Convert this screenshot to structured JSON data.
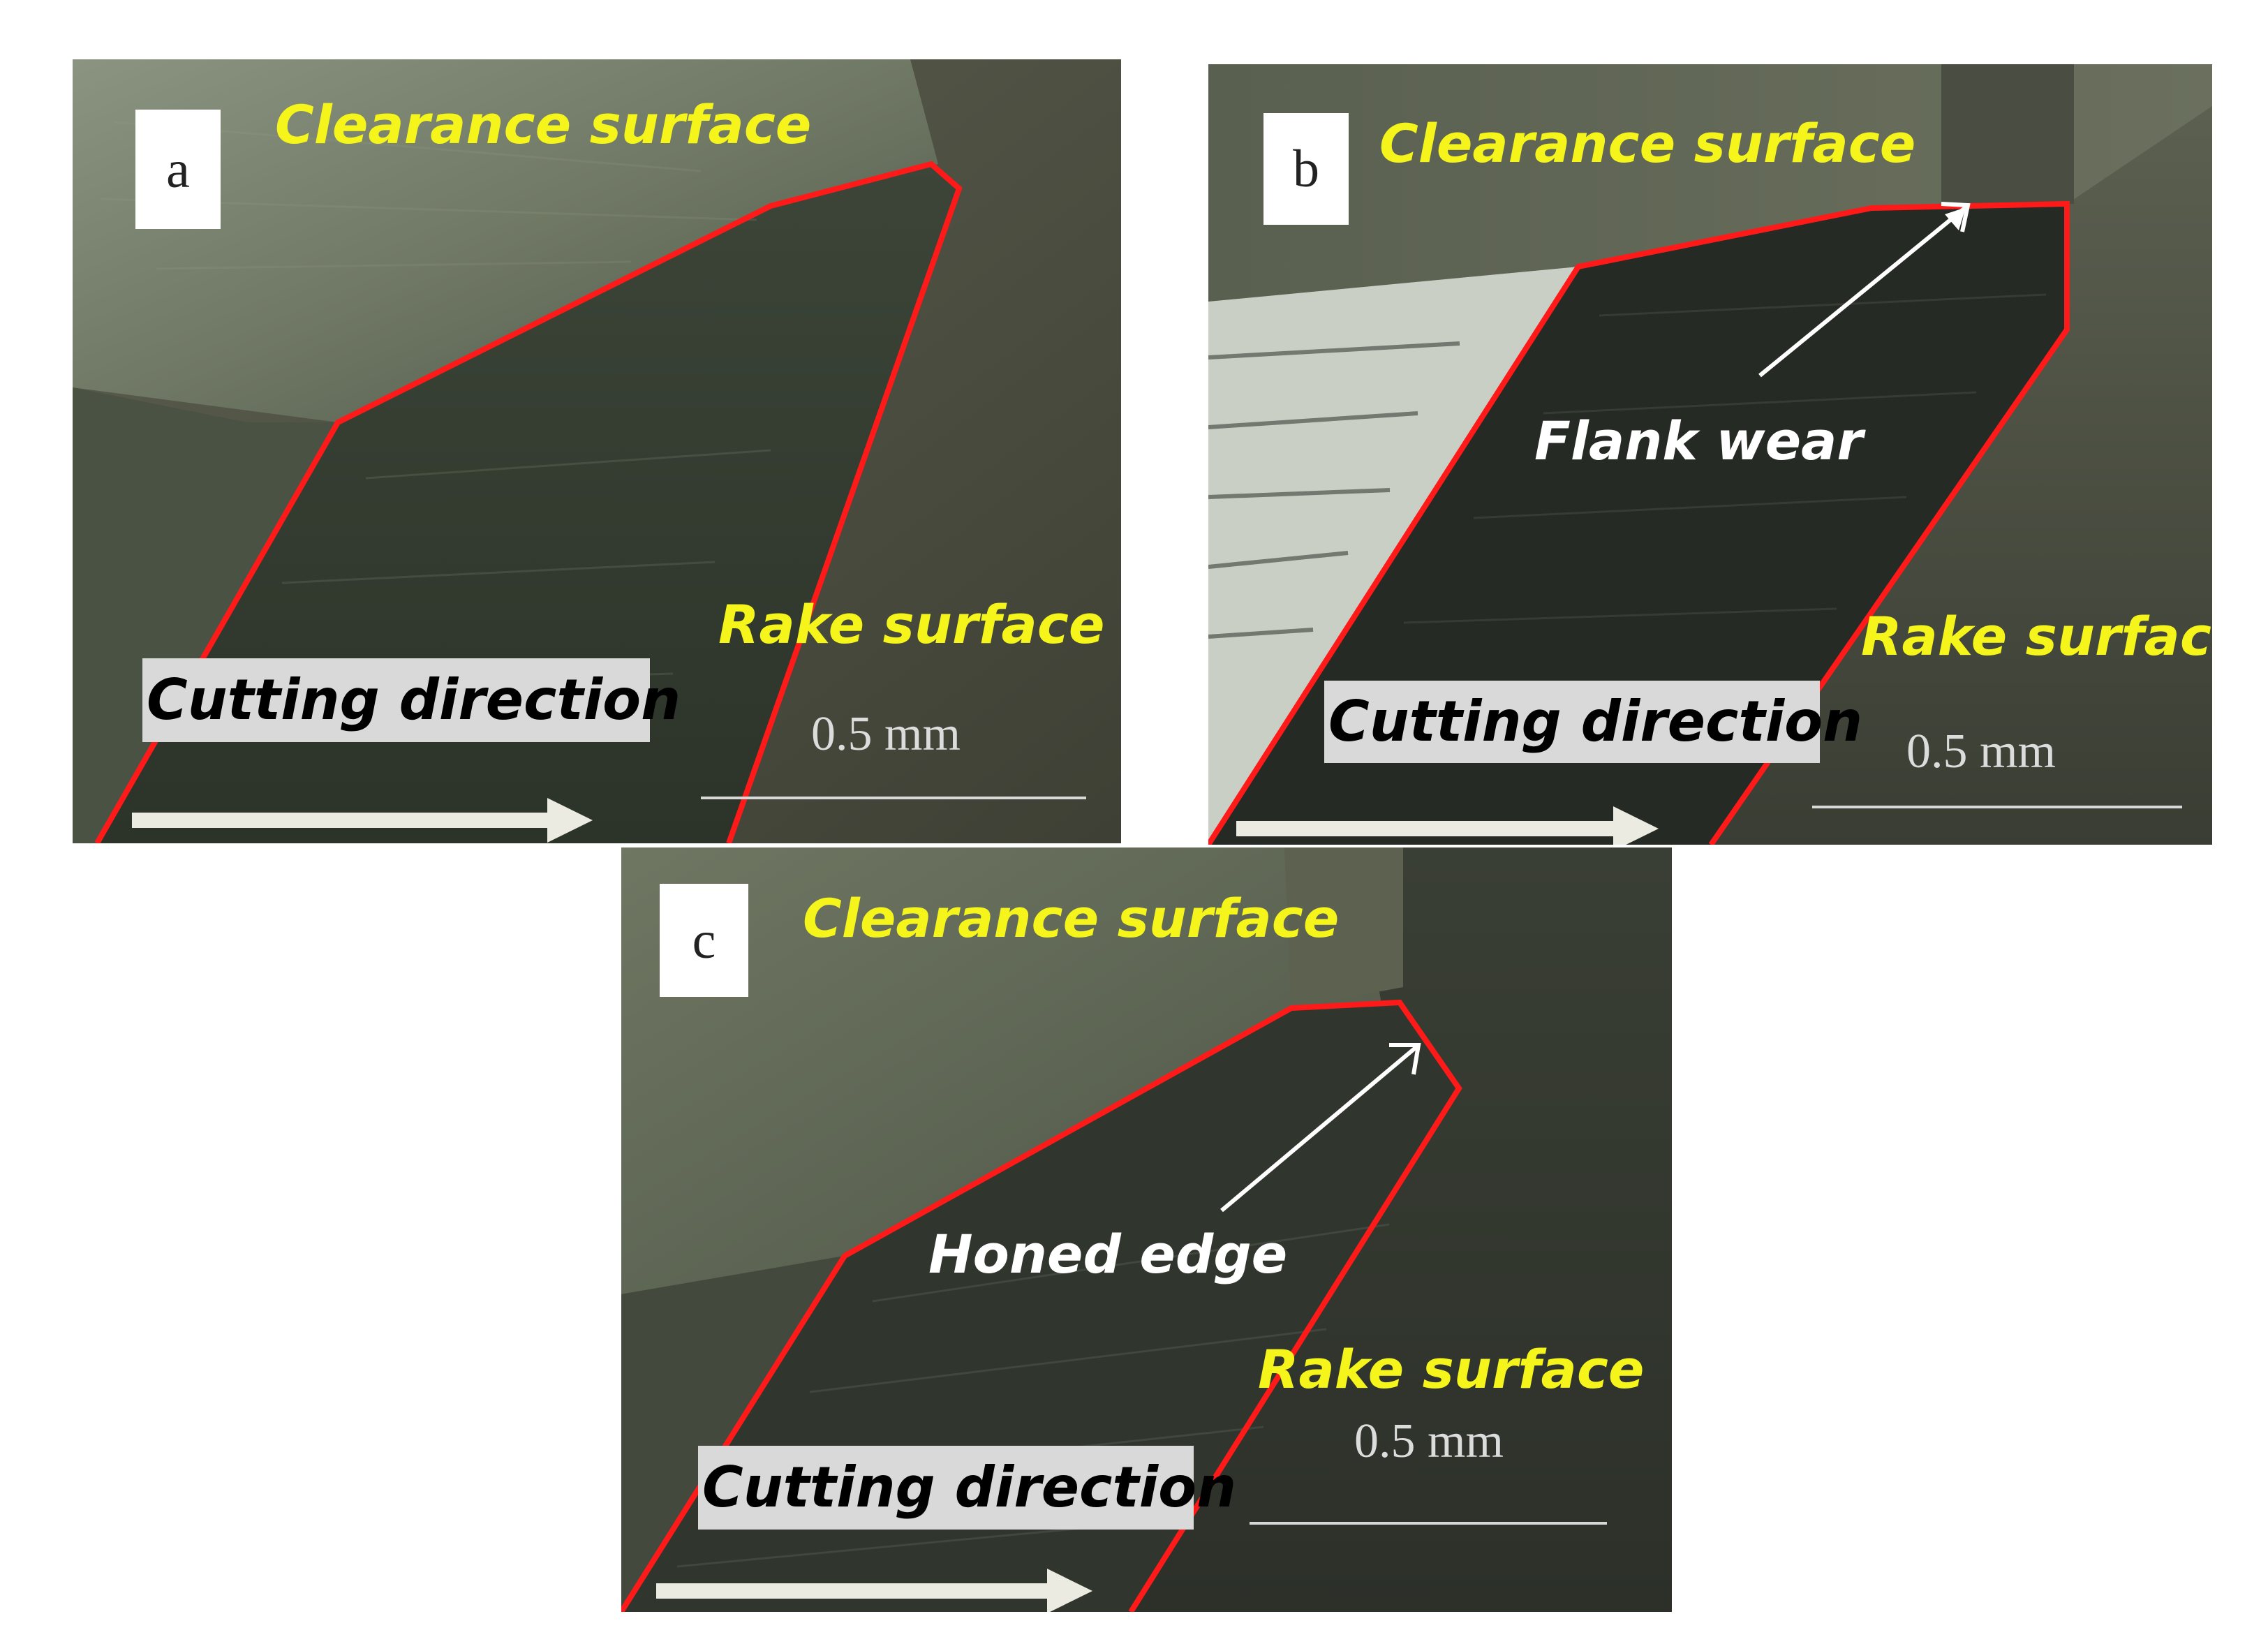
{
  "figure": {
    "panels": [
      {
        "tag": "a",
        "clearance": "Clearance surface",
        "rake": "Rake surface",
        "cutting": "Cutting direction",
        "scale": "0.5 mm"
      },
      {
        "tag": "b",
        "clearance": "Clearance surface",
        "rake": "Rake surface",
        "cutting": "Cutting direction",
        "scale": "0.5 mm",
        "annotation": "Flank wear"
      },
      {
        "tag": "c",
        "clearance": "Clearance surface",
        "rake": "Rake surface",
        "cutting": "Cutting direction",
        "scale": "0.5 mm",
        "annotation": "Honed edge"
      }
    ]
  },
  "colors": {
    "outline": "#ff1a1a",
    "label_yellow": "#f5f51c",
    "arrow": "#ffffff"
  }
}
